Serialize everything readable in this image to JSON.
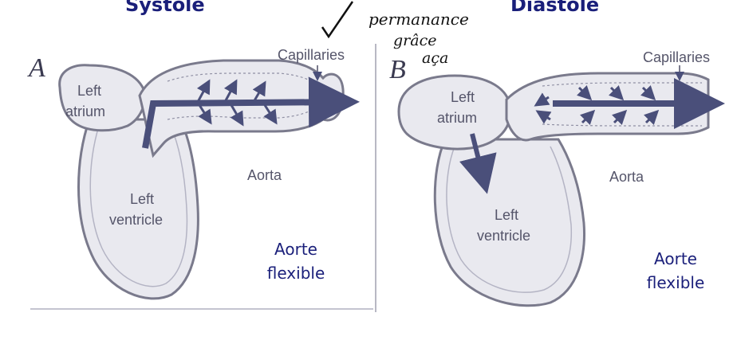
{
  "headings": {
    "left": "Systole",
    "right": "Diastole"
  },
  "handwriting": {
    "line1": "permanance",
    "line2": "grâce",
    "line3": "aça"
  },
  "panels": [
    {
      "letter": "A",
      "capillaries": "Capillaries",
      "atrium": [
        "Left",
        "atrium"
      ],
      "ventricle": [
        "Left",
        "ventricle"
      ],
      "aorta": "Aorta",
      "note": [
        "Aorte",
        "flexible"
      ]
    },
    {
      "letter": "B",
      "capillaries": "Capillaries",
      "atrium": [
        "Left",
        "atrium"
      ],
      "ventricle": [
        "Left",
        "ventricle"
      ],
      "aorta": "Aorta",
      "note": [
        "Aorte",
        "flexible"
      ]
    }
  ],
  "colors": {
    "heading": "#1a1f7a",
    "arrow": "#4a4f7a",
    "outline": "#7a7a8c",
    "fill": "#e9e9ef"
  }
}
